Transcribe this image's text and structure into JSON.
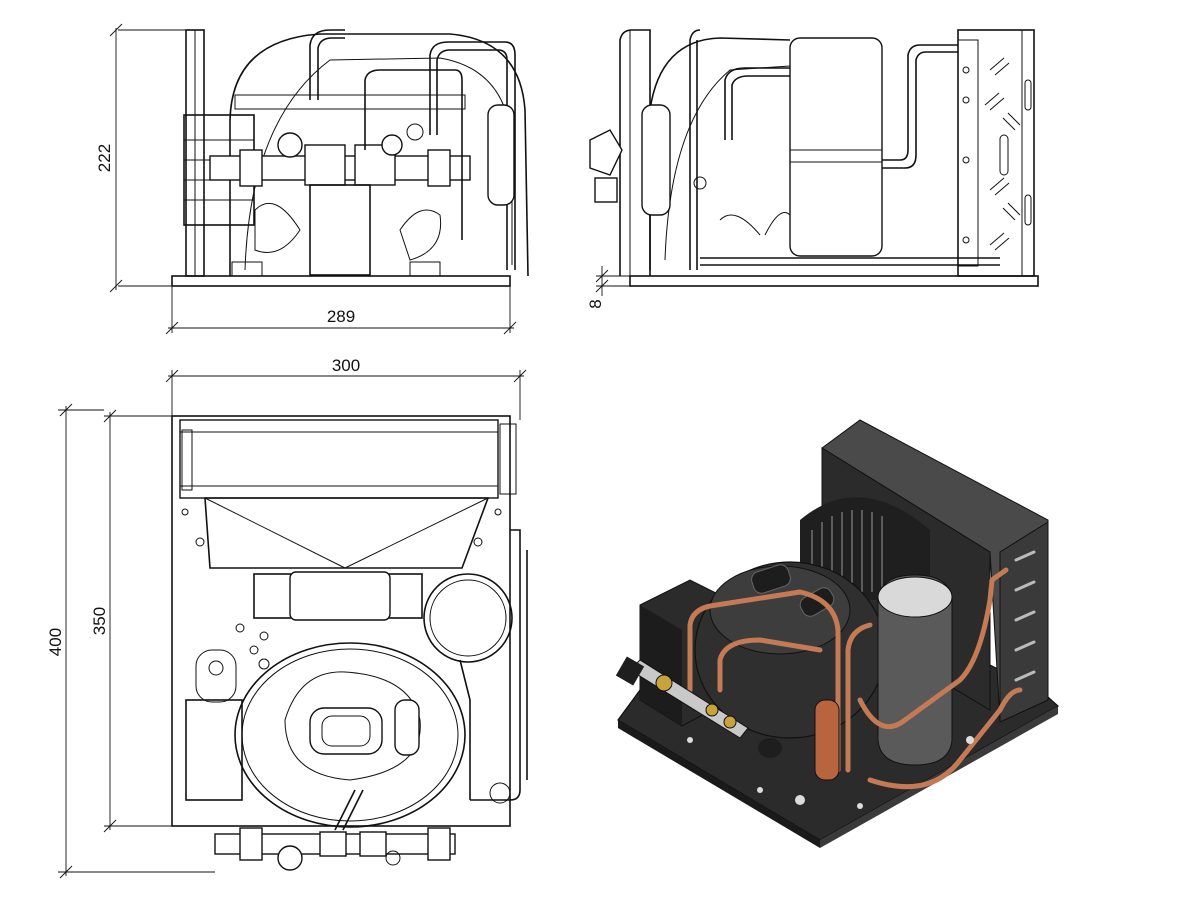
{
  "dimensions": {
    "front_height": "222",
    "front_width": "289",
    "side_base_offset": "8",
    "top_width": "300",
    "top_depth_overall": "400",
    "top_depth_base": "350"
  },
  "colors": {
    "line": "#111111",
    "copper_pipe": "#c47a55",
    "unit_dark": "#2b2b2b",
    "unit_mid": "#4a4a4a",
    "unit_light": "#d9d9d9"
  }
}
